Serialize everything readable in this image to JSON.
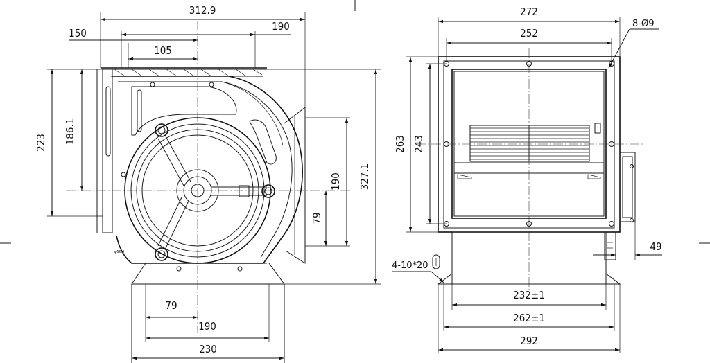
{
  "drawing": {
    "left_view": {
      "dim_overall_width": "312.9",
      "dim_150": "150",
      "dim_190_top": "190",
      "dim_105": "105",
      "dim_223": "223",
      "dim_186": "186.1",
      "dim_327": "327.1",
      "dim_190_right": "190",
      "dim_79_right": "79",
      "dim_79_bottom": "79",
      "dim_190_bottom": "190",
      "dim_230": "230",
      "motor_label": "φ66.6"
    },
    "right_view": {
      "dim_272": "272",
      "dim_252": "252",
      "holes": "8-Ø9",
      "dim_263": "263",
      "dim_243": "243",
      "dim_49": "49",
      "slots": "4-10*20",
      "dim_232": "232±1",
      "dim_262": "262±1",
      "dim_292": "292"
    }
  }
}
